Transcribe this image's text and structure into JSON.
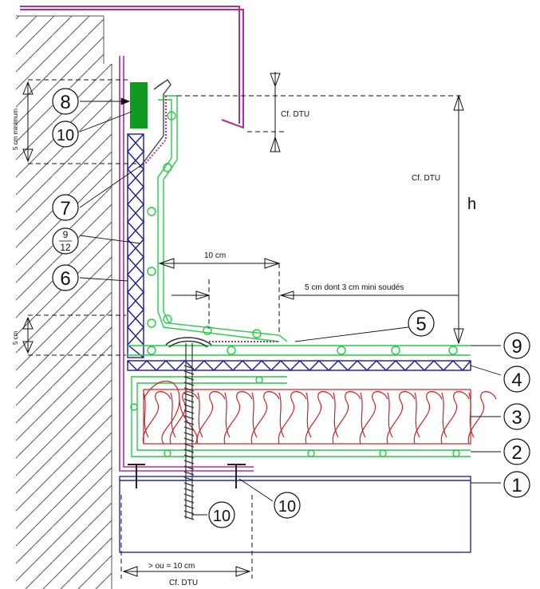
{
  "diagram": {
    "colors": {
      "wall_hatch": "#555555",
      "flashing": "#b0309a",
      "membrane": "#22cc44",
      "deck_blue": "#1a1a9a",
      "insulation": "#cc2222",
      "profile_green": "#119922",
      "dim": "#111111"
    },
    "callouts": [
      {
        "id": "8",
        "label": "8"
      },
      {
        "id": "10a",
        "label": "10"
      },
      {
        "id": "7",
        "label": "7"
      },
      {
        "id": "9-12",
        "label_top": "9",
        "label_bottom": "12"
      },
      {
        "id": "6",
        "label": "6"
      },
      {
        "id": "5",
        "label": "5"
      },
      {
        "id": "9",
        "label": "9"
      },
      {
        "id": "4",
        "label": "4"
      },
      {
        "id": "3",
        "label": "3"
      },
      {
        "id": "2",
        "label": "2"
      },
      {
        "id": "1",
        "label": "1"
      },
      {
        "id": "10b",
        "label": "10"
      },
      {
        "id": "10c",
        "label": "10"
      }
    ],
    "dimensions": {
      "cf_dtu_top": "Cf. DTU",
      "cf_dtu_side": "Cf. DTU",
      "h": "h",
      "ten_cm": "10 cm",
      "five_cm_weld": "5 cm dont 3 cm mini soudés",
      "five_cm_min": "5 cm minimum",
      "five_cm": "5 cm",
      "bottom_ge": "> ou = 10 cm",
      "bottom_cf": "Cf. DTU"
    }
  }
}
